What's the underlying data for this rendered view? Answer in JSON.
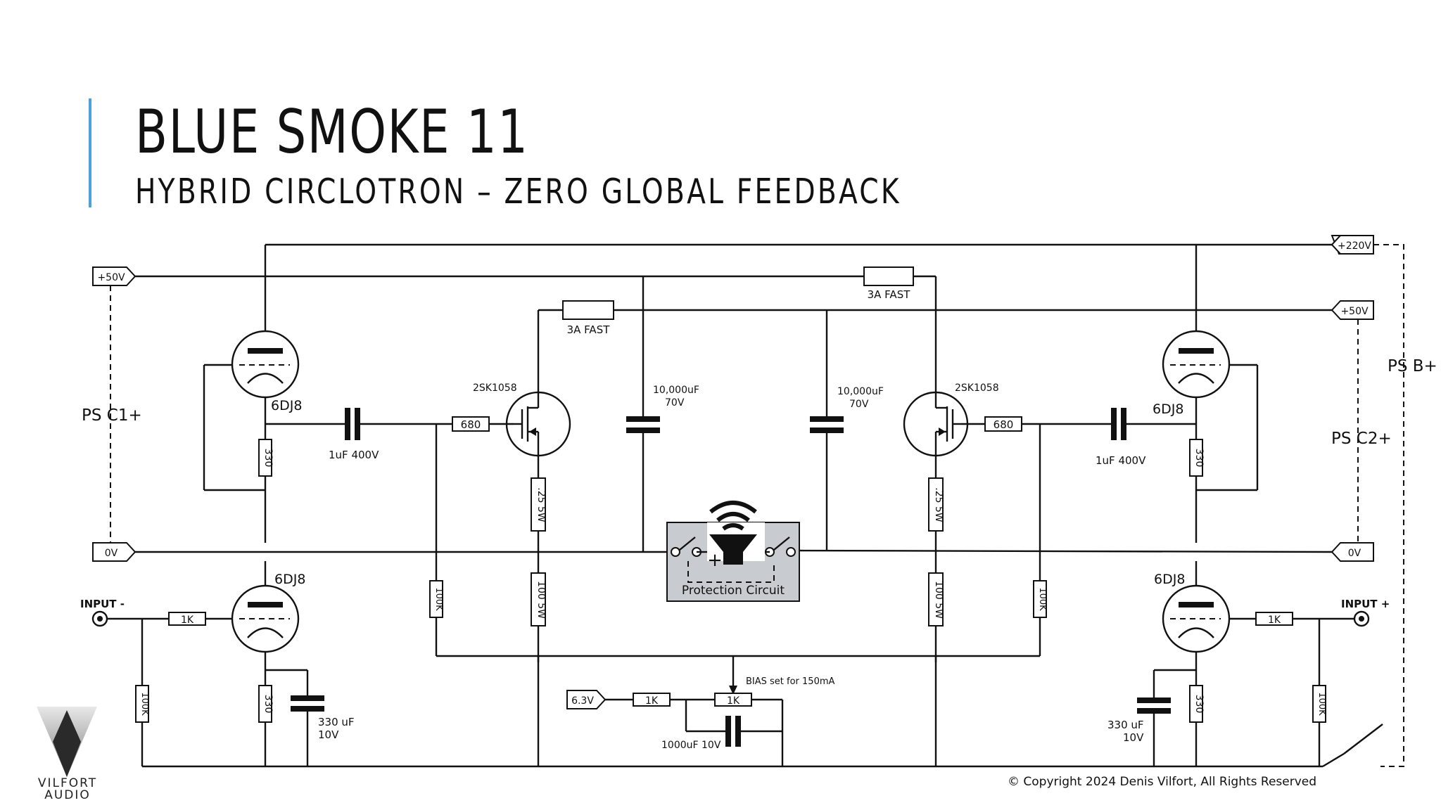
{
  "header": {
    "title": "BLUE SMOKE 11",
    "subtitle": "HYBRID CIRCLOTRON – ZERO GLOBAL FEEDBACK"
  },
  "rails": {
    "v220": "+220V",
    "v50_left": "+50V",
    "v50_right": "+50V",
    "v0_left": "0V",
    "v0_right": "0V",
    "v63": "6.3V"
  },
  "supplies": {
    "ps_c1": "PS C1+",
    "ps_c2": "PS C2+",
    "ps_b": "PS B+"
  },
  "tubes": {
    "tl": "6DJ8",
    "tr": "6DJ8",
    "bl": "6DJ8",
    "br": "6DJ8"
  },
  "mosfets": {
    "left": "2SK1058",
    "right": "2SK1058"
  },
  "fuses": {
    "left": "3A FAST",
    "right": "3A FAST"
  },
  "capacitors": {
    "coupling_left": "1uF 400V",
    "coupling_right": "1uF 400V",
    "reservoir_left_1": "10,000uF",
    "reservoir_left_2": "70V",
    "reservoir_right_1": "10,000uF",
    "reservoir_right_2": "70V",
    "cathode_left_1": "330 uF",
    "cathode_left_2": "10V",
    "cathode_right_1": "330 uF",
    "cathode_right_2": "10V",
    "bias_cap": "1000uF 10V"
  },
  "resistors": {
    "r330_tl": "330",
    "r330_tr": "330",
    "r330_bl": "330",
    "r330_br": "330",
    "r680_l": "680",
    "r680_r": "680",
    "r25_l": ".25 5W",
    "r25_r": ".25 5W",
    "r100_l": "100 5W",
    "r100_r": "100 5W",
    "r100k_l": "100K",
    "r100k_r": "100K",
    "r100k_in_l": "100K",
    "r100k_in_r": "100K",
    "r1k_in_l": "1K",
    "r1k_in_r": "1K",
    "r1k_bias_a": "1K",
    "r1k_bias_b": "1K"
  },
  "inputs": {
    "minus": "INPUT -",
    "plus": "INPUT +"
  },
  "bias_note": "BIAS set for 150mA",
  "protection": {
    "label": "Protection Circuit"
  },
  "footer": {
    "copyright": "© Copyright 2024 Denis Vilfort, All Rights Reserved"
  },
  "logo": {
    "line1": "VILFORT",
    "line2": "AUDIO"
  }
}
